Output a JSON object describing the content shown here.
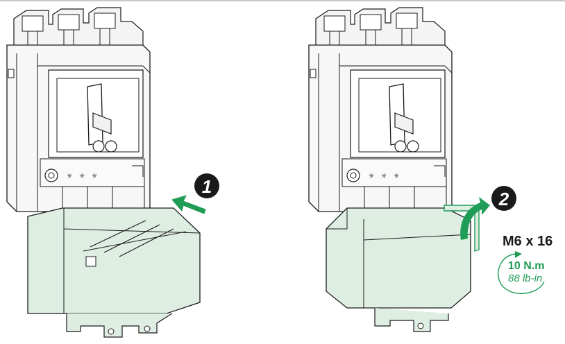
{
  "steps": [
    {
      "number": "1"
    },
    {
      "number": "2"
    }
  ],
  "fastener": {
    "screw": "M6 x 16",
    "torque_metric": "10 N.m",
    "torque_imperial": "88 lb-in"
  },
  "colors": {
    "cover_fill": "#dfeee3",
    "arrow_green": "#1f9c55",
    "badge": "#1a1a1a",
    "outline": "#1a1a1a",
    "body_fill": "#f7f7f7"
  },
  "icons": [
    "push-arrow-icon",
    "rotate-arrow-icon",
    "torque-arrow-icon"
  ]
}
